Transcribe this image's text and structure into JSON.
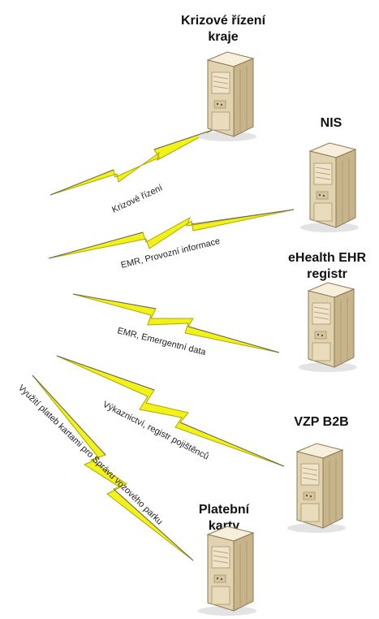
{
  "colors": {
    "bolt_fill": "#f2f21a",
    "bolt_stroke": "#a8a800",
    "server_light": "#f3ead7",
    "server_mid": "#d9c9a4",
    "server_dark": "#a8946a"
  },
  "nodes": [
    {
      "id": "krizove",
      "icon": "server-tower-icon",
      "label_lines": [
        "Krizové řízení",
        "kraje"
      ]
    },
    {
      "id": "nis",
      "icon": "server-tower-icon",
      "label_lines": [
        "NIS"
      ]
    },
    {
      "id": "ehealth",
      "icon": "server-tower-icon",
      "label_lines": [
        "eHealth EHR",
        "registr"
      ]
    },
    {
      "id": "vzp",
      "icon": "server-tower-icon",
      "label_lines": [
        "VZP B2B"
      ]
    },
    {
      "id": "platebni",
      "icon": "server-tower-icon",
      "label_lines": [
        "Platební",
        "karty"
      ]
    }
  ],
  "links": [
    {
      "id": "link-krizove",
      "icon": "lightning-bolt-icon",
      "label": "Krizové řízení"
    },
    {
      "id": "link-nis",
      "icon": "lightning-bolt-icon",
      "label": "EMR, Provozní informace"
    },
    {
      "id": "link-ehealth",
      "icon": "lightning-bolt-icon",
      "label": "EMR, Emergentní data"
    },
    {
      "id": "link-vzp",
      "icon": "lightning-bolt-icon",
      "label": "Výkaznictví, registr pojištěnců"
    },
    {
      "id": "link-platebni",
      "icon": "lightning-bolt-icon",
      "label": "Využití plateb kartami pro Správu vozového parku"
    }
  ]
}
